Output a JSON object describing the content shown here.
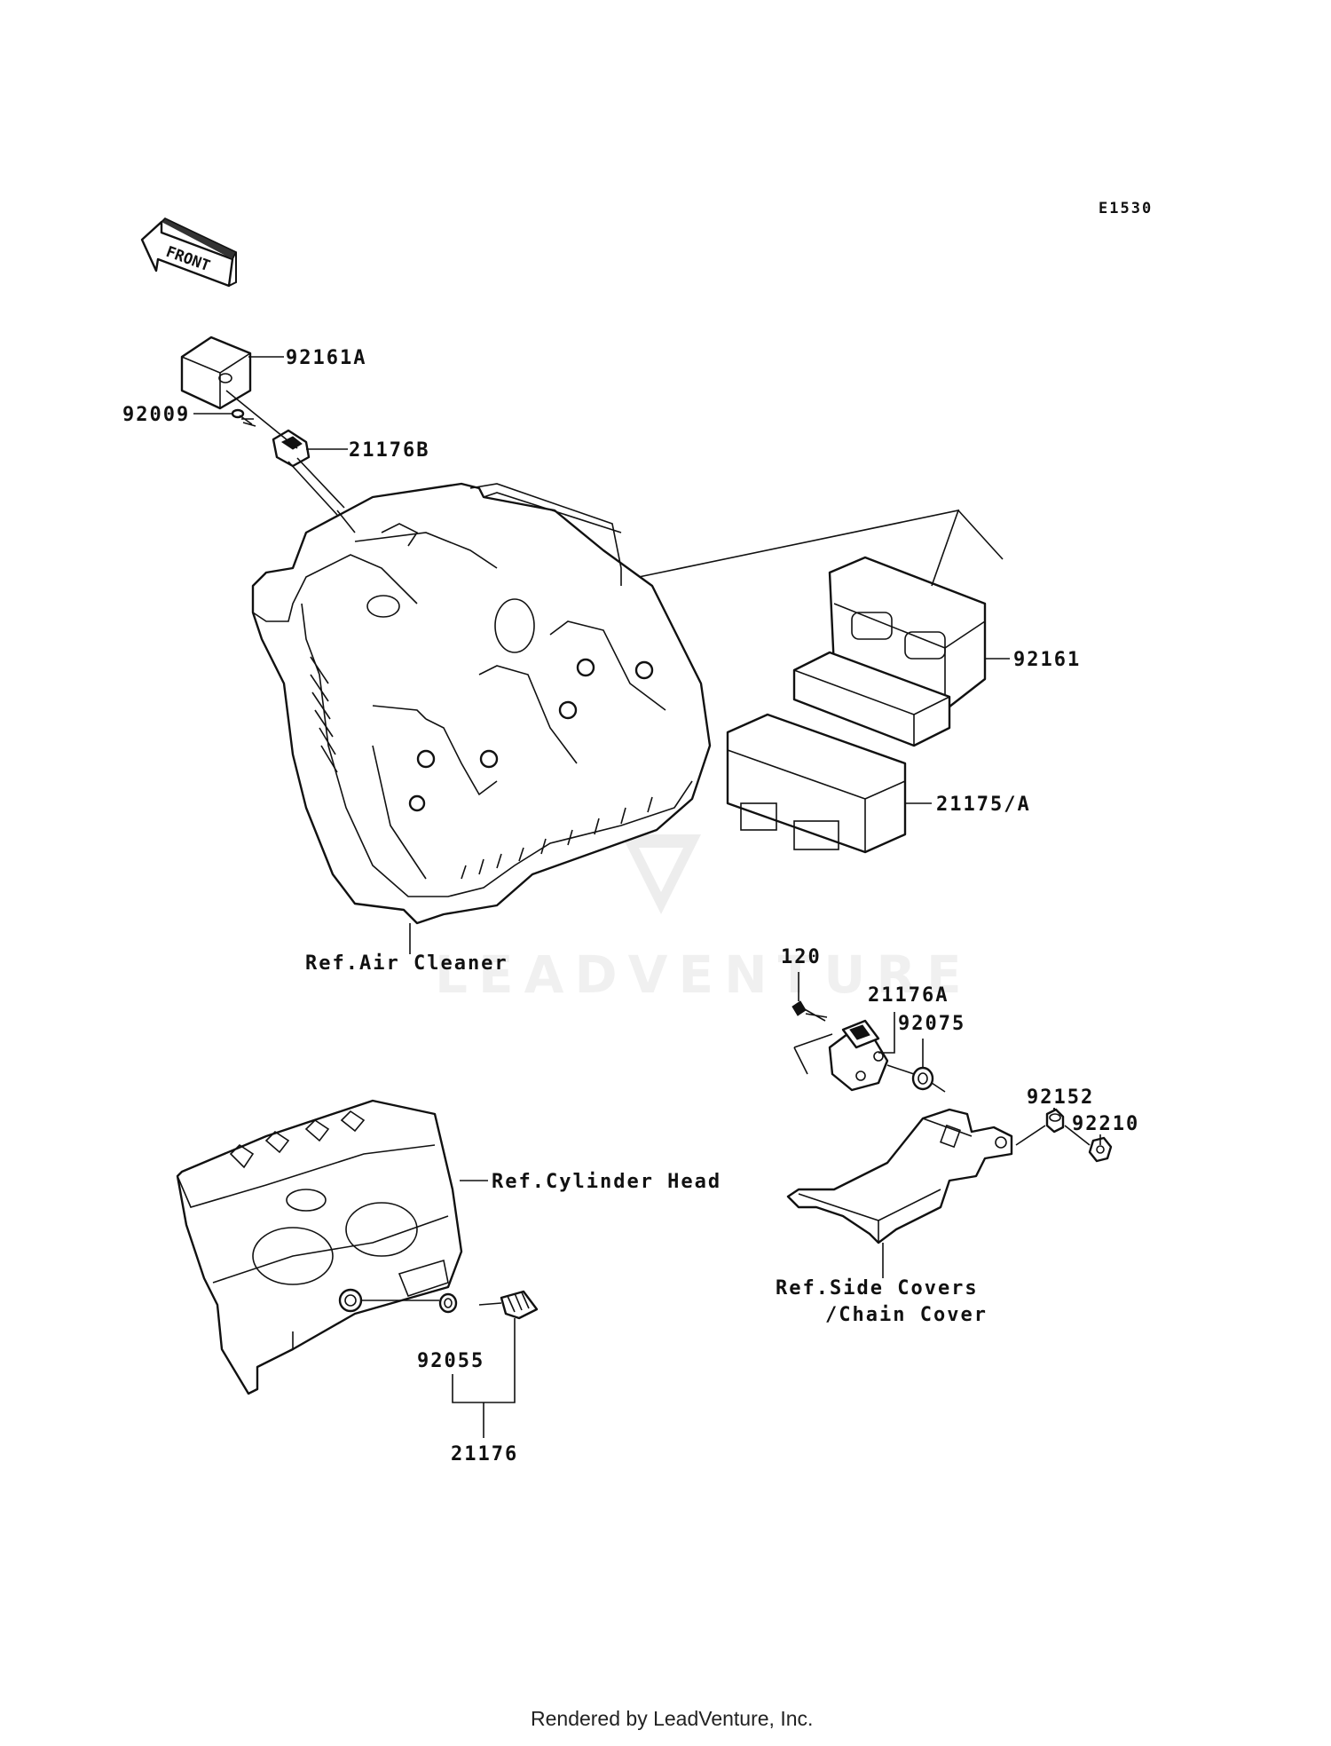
{
  "diagram_code": "E1530",
  "front_indicator": "FRONT",
  "watermark": {
    "text": "LEADVENTURE",
    "logo": "leadventure-logo"
  },
  "footer": "Rendered by LeadVenture, Inc.",
  "callouts": {
    "p92161A": "92161A",
    "p92009": "92009",
    "p21176B": "21176B",
    "p92161": "92161",
    "p21175A": "21175/A",
    "ref_air_cleaner": "Ref.Air Cleaner",
    "p120": "120",
    "p21176A": "21176A",
    "p92075": "92075",
    "p92152": "92152",
    "p92210": "92210",
    "ref_cylinder_head": "Ref.Cylinder Head",
    "ref_side_covers_1": "Ref.Side Covers",
    "ref_side_covers_2": "/Chain Cover",
    "p92055": "92055",
    "p21176": "21176"
  }
}
